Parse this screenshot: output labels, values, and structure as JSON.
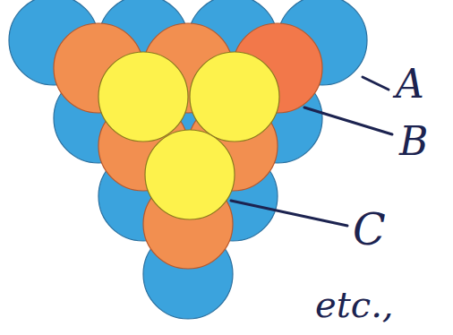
{
  "diagram": {
    "labels": [
      "A",
      "B",
      "C",
      "etc.,"
    ]
  }
}
